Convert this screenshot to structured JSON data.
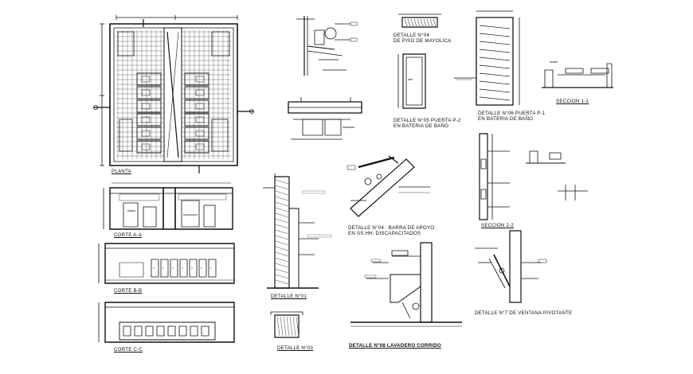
{
  "labels": {
    "planta": "PLANTA",
    "corte_aa": "CORTE A-A",
    "corte_bb": "CORTE B-B",
    "corte_cc": "CORTE C-C",
    "detalle_01": "DETALLE N°01",
    "detalle_03": "DETALLE N°03",
    "detalle_04_line1": "DETALLE N°04",
    "detalle_04_line2": "DE PISO DE MAYOLICA",
    "detalle_05_line1": "DETALLE N°05 PUERTA P-2",
    "detalle_05_line2": "EN BATERIA DE BAÑO",
    "detalle_06_line1": "DETALLE N°06 PUERTA P-1",
    "detalle_06_line2": "EN BATERIA DE BAÑO",
    "seccion_11": "SECCION 1-1",
    "seccion_22": "SECCION 2-2",
    "barra_line1": "DETALLE N°04 : BARRA DE APOYO",
    "barra_line2": "EN SS.HH. DISCAPACITADOS",
    "lavadero": "DETALLE N°08 LAVADERO CORRIDO",
    "ventana": "DETALLE N°7 DE VENTANA PIVOTANTE"
  },
  "colors": {
    "line": "#111111",
    "background": "#ffffff"
  }
}
